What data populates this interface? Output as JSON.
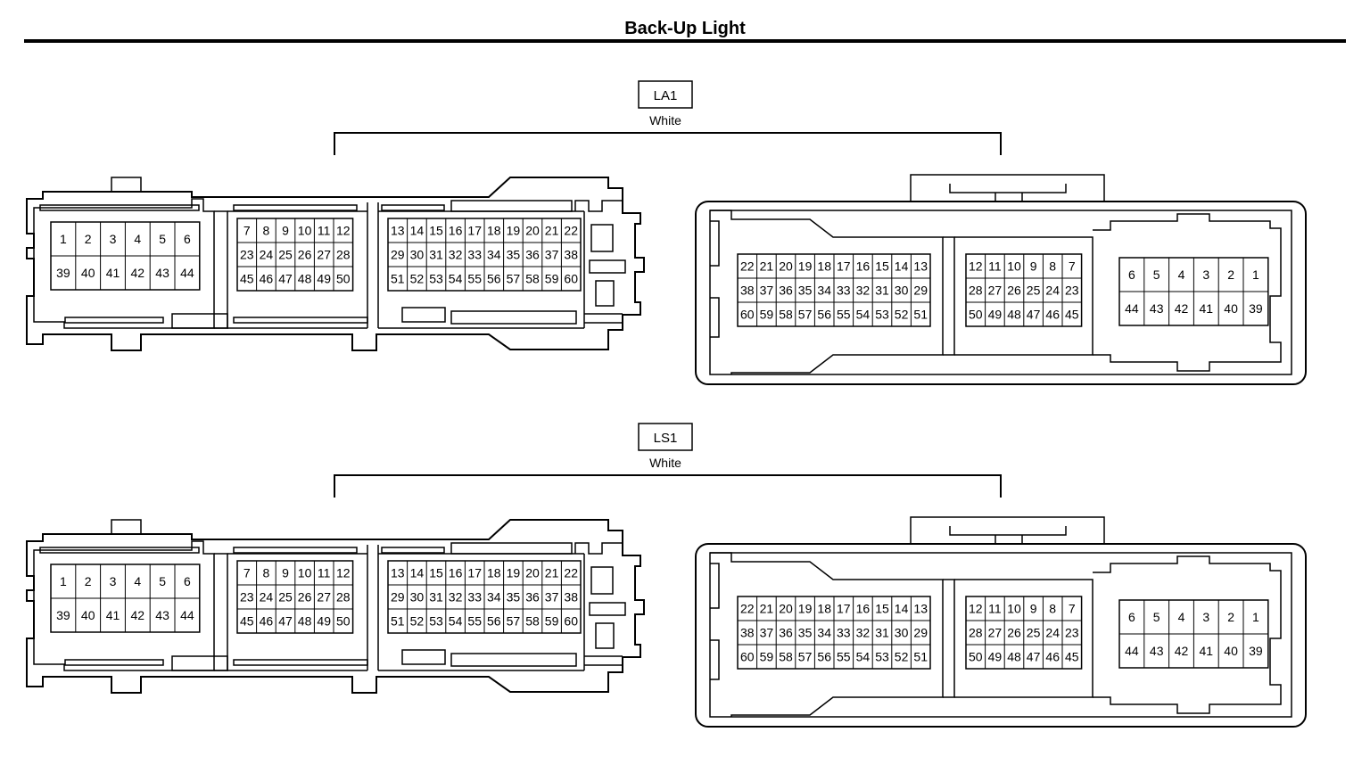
{
  "title": "Back-Up Light",
  "connectors": [
    {
      "id": "LA1",
      "color": "White",
      "left": {
        "block_a": [
          [
            "1",
            "2",
            "3",
            "4",
            "5",
            "6"
          ],
          [
            "39",
            "40",
            "41",
            "42",
            "43",
            "44"
          ]
        ],
        "block_b": [
          [
            "7",
            "8",
            "9",
            "10",
            "11",
            "12"
          ],
          [
            "23",
            "24",
            "25",
            "26",
            "27",
            "28"
          ],
          [
            "45",
            "46",
            "47",
            "48",
            "49",
            "50"
          ]
        ],
        "block_c": [
          [
            "13",
            "14",
            "15",
            "16",
            "17",
            "18",
            "19",
            "20",
            "21",
            "22"
          ],
          [
            "29",
            "30",
            "31",
            "32",
            "33",
            "34",
            "35",
            "36",
            "37",
            "38"
          ],
          [
            "51",
            "52",
            "53",
            "54",
            "55",
            "56",
            "57",
            "58",
            "59",
            "60"
          ]
        ]
      },
      "right": {
        "block_a": [
          [
            "22",
            "21",
            "20",
            "19",
            "18",
            "17",
            "16",
            "15",
            "14",
            "13"
          ],
          [
            "38",
            "37",
            "36",
            "35",
            "34",
            "33",
            "32",
            "31",
            "30",
            "29"
          ],
          [
            "60",
            "59",
            "58",
            "57",
            "56",
            "55",
            "54",
            "53",
            "52",
            "51"
          ]
        ],
        "block_b": [
          [
            "12",
            "11",
            "10",
            "9",
            "8",
            "7"
          ],
          [
            "28",
            "27",
            "26",
            "25",
            "24",
            "23"
          ],
          [
            "50",
            "49",
            "48",
            "47",
            "46",
            "45"
          ]
        ],
        "block_c": [
          [
            "6",
            "5",
            "4",
            "3",
            "2",
            "1"
          ],
          [
            "44",
            "43",
            "42",
            "41",
            "40",
            "39"
          ]
        ]
      }
    },
    {
      "id": "LS1",
      "color": "White",
      "left": {
        "block_a": [
          [
            "1",
            "2",
            "3",
            "4",
            "5",
            "6"
          ],
          [
            "39",
            "40",
            "41",
            "42",
            "43",
            "44"
          ]
        ],
        "block_b": [
          [
            "7",
            "8",
            "9",
            "10",
            "11",
            "12"
          ],
          [
            "23",
            "24",
            "25",
            "26",
            "27",
            "28"
          ],
          [
            "45",
            "46",
            "47",
            "48",
            "49",
            "50"
          ]
        ],
        "block_c": [
          [
            "13",
            "14",
            "15",
            "16",
            "17",
            "18",
            "19",
            "20",
            "21",
            "22"
          ],
          [
            "29",
            "30",
            "31",
            "32",
            "33",
            "34",
            "35",
            "36",
            "37",
            "38"
          ],
          [
            "51",
            "52",
            "53",
            "54",
            "55",
            "56",
            "57",
            "58",
            "59",
            "60"
          ]
        ]
      },
      "right": {
        "block_a": [
          [
            "22",
            "21",
            "20",
            "19",
            "18",
            "17",
            "16",
            "15",
            "14",
            "13"
          ],
          [
            "38",
            "37",
            "36",
            "35",
            "34",
            "33",
            "32",
            "31",
            "30",
            "29"
          ],
          [
            "60",
            "59",
            "58",
            "57",
            "56",
            "55",
            "54",
            "53",
            "52",
            "51"
          ]
        ],
        "block_b": [
          [
            "12",
            "11",
            "10",
            "9",
            "8",
            "7"
          ],
          [
            "28",
            "27",
            "26",
            "25",
            "24",
            "23"
          ],
          [
            "50",
            "49",
            "48",
            "47",
            "46",
            "45"
          ]
        ],
        "block_c": [
          [
            "6",
            "5",
            "4",
            "3",
            "2",
            "1"
          ],
          [
            "44",
            "43",
            "42",
            "41",
            "40",
            "39"
          ]
        ]
      }
    }
  ]
}
